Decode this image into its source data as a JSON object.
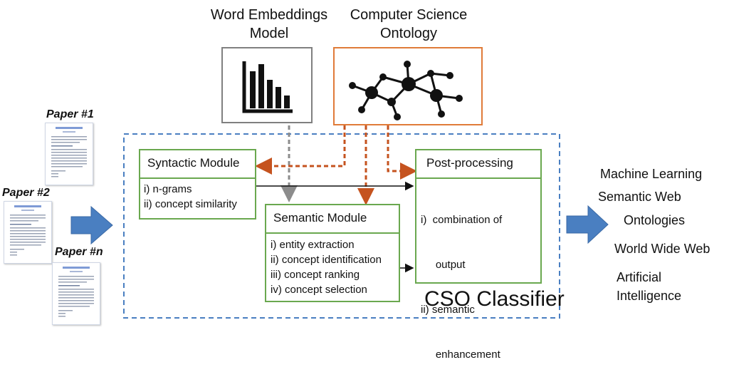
{
  "inputs": {
    "word_embeddings_label": "Word Embeddings\nModel",
    "ontology_label": "Computer Science\nOntology",
    "word_embeddings_icon": "bar-chart-icon",
    "ontology_icon": "network-graph-icon"
  },
  "papers": [
    {
      "label": "Paper #1"
    },
    {
      "label": "Paper #2"
    },
    {
      "label": "Paper #n"
    }
  ],
  "classifier": {
    "name": "CSO Classifier",
    "syntactic": {
      "title": "Syntactic Module",
      "items": [
        "i) n-grams",
        "ii) concept similarity"
      ]
    },
    "semantic": {
      "title": "Semantic Module",
      "items": [
        "i) entity extraction",
        "ii) concept identification",
        "iii) concept ranking",
        "iv) concept selection"
      ]
    },
    "post": {
      "title": "Post-processing",
      "items": [
        "i)  combination of",
        "     output",
        "ii) semantic",
        "     enhancement"
      ]
    }
  },
  "results": [
    "Machine Learning",
    "Semantic Web",
    "Ontologies",
    "World Wide Web",
    "Artificial\nIntelligence"
  ],
  "colors": {
    "module_border": "#6aa84f",
    "ontology_border": "#e07b39",
    "embeddings_border": "#808080",
    "classifier_border": "#4a7fc1",
    "arrow_blue": "#4a7fc1",
    "dashed_orange": "#c5531f",
    "dashed_gray": "#8c8c8c"
  }
}
